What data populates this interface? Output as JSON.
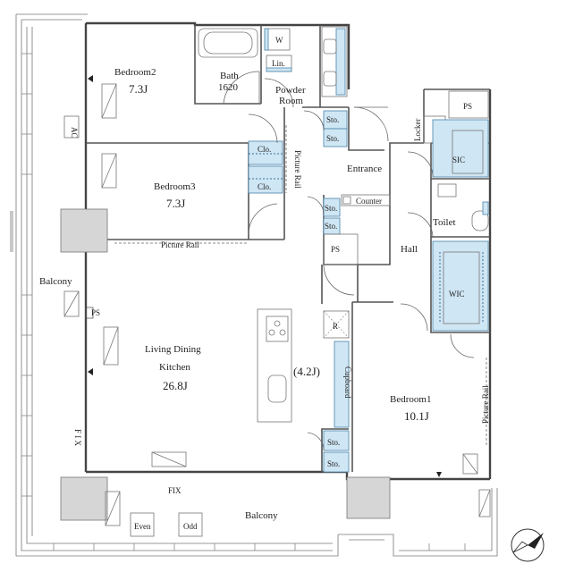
{
  "rooms": {
    "bedroom2": {
      "name": "Bedroom2",
      "size": "7.3J"
    },
    "bedroom3": {
      "name": "Bedroom3",
      "size": "7.3J"
    },
    "bedroom1": {
      "name": "Bedroom1",
      "size": "10.1J"
    },
    "ldk_line1": "Living Dining",
    "ldk_line2": "Kitchen",
    "ldk_size": "26.8J",
    "kitchen_size": "(4.2J)",
    "bath": {
      "name": "Bath",
      "size": "1620"
    },
    "powder_line1": "Powder",
    "powder_line2": "Room",
    "entrance": "Entrance",
    "hall": "Hall",
    "toilet": "Toilet",
    "sic": "SIC",
    "wic": "WIC",
    "balcony_left": "Balcony",
    "balcony_bottom": "Balcony"
  },
  "fixtures": {
    "washer": "W",
    "linen": "Lin.",
    "storage": "Sto.",
    "closet": "Clo.",
    "counter": "Counter",
    "ps": "PS",
    "locker": "Locker",
    "cupboard": "Cupboard",
    "fridge": "R",
    "picture_rail": "Picture Rail",
    "fix": "FIX",
    "fix_vertical": "F I X",
    "aircon_unit": "AC",
    "even": "Even",
    "odd": "Odd"
  }
}
